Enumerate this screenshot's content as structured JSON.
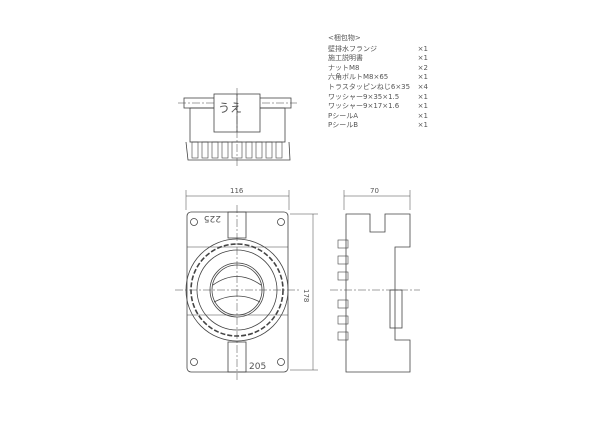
{
  "parts_list": {
    "title": "<梱包物>",
    "items": [
      {
        "name": "壁排水フランジ",
        "qty": "×1"
      },
      {
        "name": "施工説明書",
        "qty": "×1"
      },
      {
        "name": "ナットM8",
        "qty": "×2"
      },
      {
        "name": "六角ボルトM8×65",
        "qty": "×1"
      },
      {
        "name": "トラスタッピンねじ6×35",
        "qty": "×4"
      },
      {
        "name": "ワッシャー9×35×1.5",
        "qty": "×1"
      },
      {
        "name": "ワッシャー9×17×1.6",
        "qty": "×1"
      },
      {
        "name": "PシールA",
        "qty": "×1"
      },
      {
        "name": "PシールB",
        "qty": "×1"
      }
    ]
  },
  "top_view": {
    "label": "うえ"
  },
  "front_view": {
    "width_dim": "116",
    "height_dim": "178",
    "upper_mark": "225",
    "lower_mark": "205"
  },
  "side_view": {
    "depth_dim": "70"
  }
}
